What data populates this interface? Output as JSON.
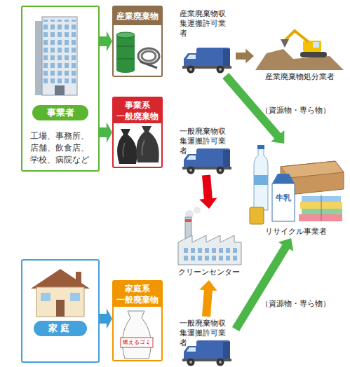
{
  "diagram": {
    "nodes": [
      {
        "text": [
          "事業者",
          "工場、事務所、店舗、飲食店、学校、病院など"
        ]
      },
      {
        "text": [
          "産業廃棄物"
        ]
      },
      {
        "text": [
          "事業系 一般廃棄物"
        ]
      },
      {
        "text": [
          "産業廃棄物収集運搬許可業者"
        ]
      },
      {
        "text": [
          "産業廃棄物処分業者"
        ]
      },
      {
        "text": [
          "一般廃棄物収集運搬許可業者"
        ]
      },
      {
        "text": [
          "リサイクル事業者"
        ]
      },
      {
        "text": [
          "クリーンセンター"
        ]
      },
      {
        "text": [
          "家庭"
        ]
      },
      {
        "text": [
          "家庭系 一般廃棄物"
        ]
      },
      {
        "text": [
          "一般廃棄物収集運搬許可業者"
        ]
      }
    ],
    "edges": [
      {
        "from": 0,
        "to": 1,
        "arrow": "to"
      },
      {
        "from": 0,
        "to": 2,
        "arrow": "to"
      },
      {
        "from": 3,
        "to": 4,
        "arrow": "to"
      },
      {
        "from": 3,
        "to": 6,
        "arrow": "to",
        "label": "（資源物・専ら物）"
      },
      {
        "from": 5,
        "to": 7,
        "arrow": "to"
      },
      {
        "from": 8,
        "to": 9,
        "arrow": "to"
      },
      {
        "from": 10,
        "to": 7,
        "arrow": "to"
      },
      {
        "from": 10,
        "to": 6,
        "arrow": "to",
        "label": "（資源物・専ら物）"
      }
    ],
    "labels": [
      "燃えるゴミ",
      "牛乳"
    ]
  }
}
